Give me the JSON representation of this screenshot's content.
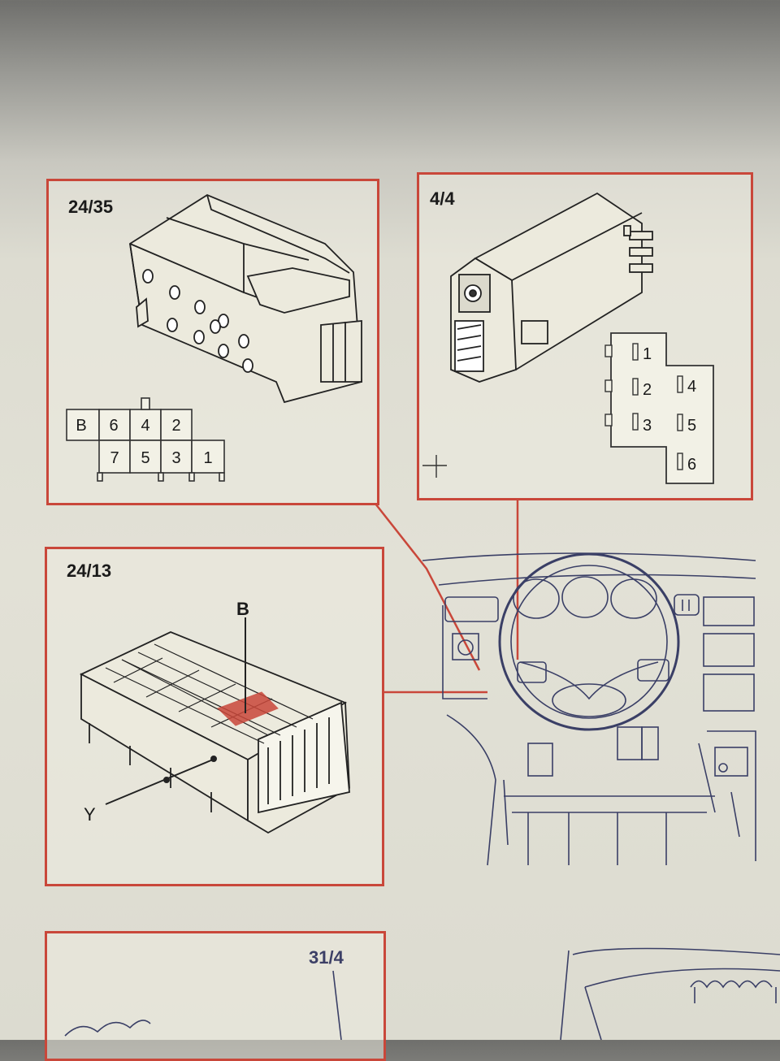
{
  "panels": {
    "connector_24_35": {
      "label": "24/35",
      "pins_top": [
        "B",
        "6",
        "4",
        "2"
      ],
      "pins_bottom": [
        "7",
        "5",
        "3",
        "1"
      ]
    },
    "switch_4_4": {
      "label": "4/4",
      "pins": [
        "1",
        "2",
        "3",
        "4",
        "5",
        "6"
      ]
    },
    "fusebox_24_13": {
      "label": "24/13",
      "callout_b": "B",
      "callout_y": "Y"
    },
    "bottom_31_4": {
      "label": "31/4"
    }
  },
  "colors": {
    "frame": "#c9473a",
    "ink": "#222222",
    "paper": "#e2e1d6"
  }
}
